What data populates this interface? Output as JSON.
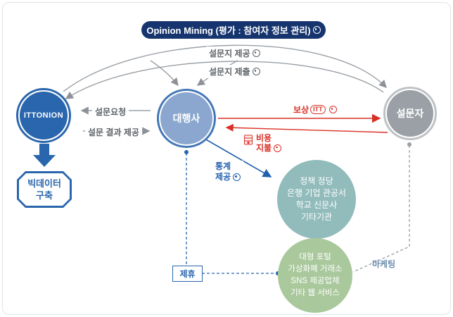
{
  "banner": {
    "title": "Opinion Mining (평가 : 참여자 정보 관리)"
  },
  "nodes": {
    "ittonion": {
      "label": "ITTONION"
    },
    "agency": {
      "label": "대행사"
    },
    "respondent": {
      "label": "설문자"
    },
    "bigdata": {
      "line1": "빅데이터",
      "line2": "구축"
    },
    "institutions": {
      "lines": [
        "정책 정당",
        "은행 기업 관공서",
        "학교 신문사",
        "기타기관"
      ]
    },
    "web_services": {
      "lines": [
        "대형 포털",
        "가상화폐 거래소",
        "SNS 제공업체",
        "기타 웹 서비스"
      ]
    }
  },
  "edges": {
    "survey_provide": {
      "label": "설문지 제공"
    },
    "survey_submit": {
      "label": "설문지 제출"
    },
    "survey_request": {
      "label": "설문요청"
    },
    "survey_result": {
      "label": "설문 결과 제공"
    },
    "reward": {
      "label": "보상",
      "token": "ITT"
    },
    "payment": {
      "line1": "비용",
      "line2": "지불"
    },
    "statistics": {
      "line1": "통계",
      "line2": "제공"
    },
    "partnership": {
      "label": "제휴"
    },
    "marketing": {
      "label": "마케팅"
    }
  },
  "colors": {
    "banner_bg": "#16356e",
    "primary_blue": "#2a66ad",
    "agency_fill": "#8ba7cf",
    "respondent_fill": "#9aa0a5",
    "institutions_fill": "#92bbbc",
    "web_services_fill": "#a9c89c",
    "arrow_gray": "#8d9298",
    "accent_red": "#d93025",
    "accent_blue": "#2160ae"
  }
}
